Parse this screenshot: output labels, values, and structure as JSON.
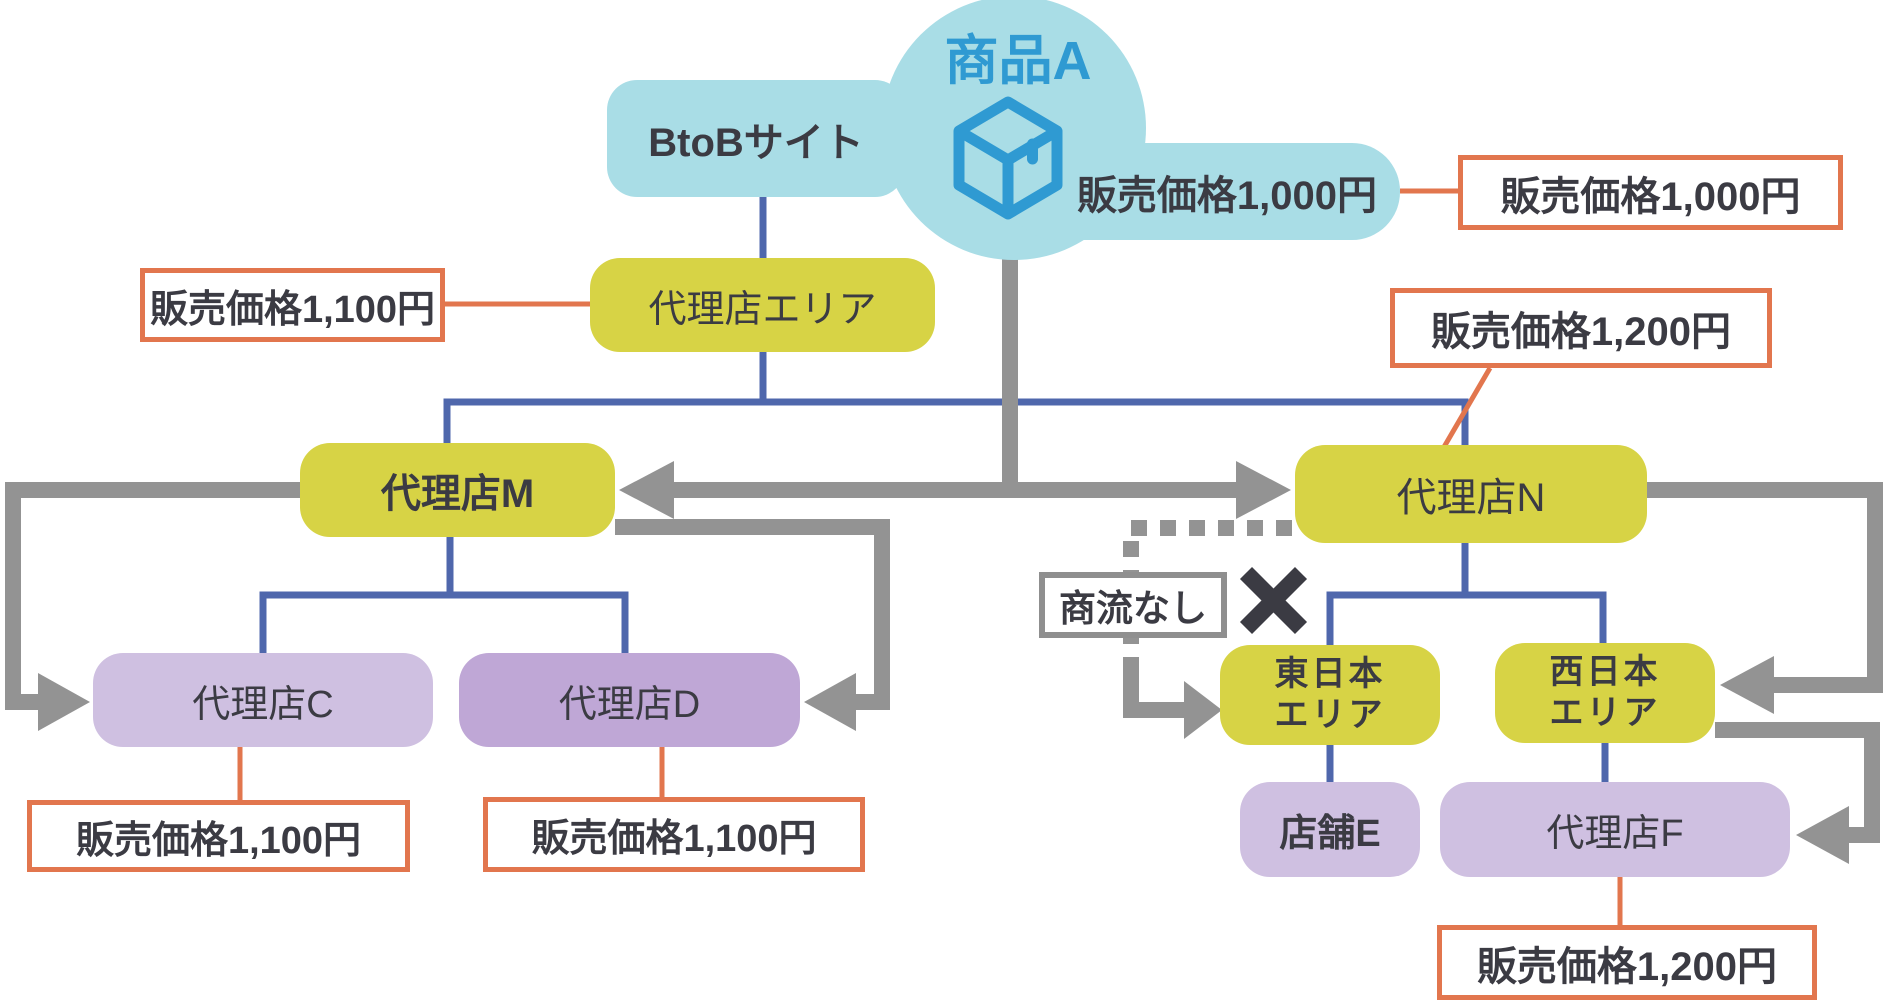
{
  "title": "商品Aの流通・販売価格フロー図",
  "colors": {
    "cyan": "#a9dde6",
    "yellow": "#d7d345",
    "purple_light": "#cfc0e1",
    "purple_mid": "#bfa7d6",
    "accent_blue": "#2f9ad2",
    "line_blue": "#4f67ac",
    "line_gray": "#939393",
    "line_orange": "#e2764e",
    "text_dark": "#3b3b43"
  },
  "icons": {
    "product": "package-cube-icon",
    "blocked": "x-mark-icon"
  },
  "nodes": {
    "product": {
      "label": "商品A"
    },
    "btob_site": {
      "label": "BtoBサイト"
    },
    "source_price_pill": {
      "label": "販売価格1,000円"
    },
    "agency_area": {
      "label": "代理店エリア"
    },
    "agency_m": {
      "label": "代理店M"
    },
    "agency_n": {
      "label": "代理店N"
    },
    "agency_c": {
      "label": "代理店C"
    },
    "agency_d": {
      "label": "代理店D"
    },
    "east_area": {
      "line1": "東日本",
      "line2": "エリア"
    },
    "west_area": {
      "line1": "西日本",
      "line2": "エリア"
    },
    "store_e": {
      "label": "店舗E"
    },
    "agency_f": {
      "label": "代理店F"
    },
    "no_flow": {
      "label": "商流なし"
    }
  },
  "price_labels": {
    "top_right": "販売価格1,000円",
    "mid_left": "販売価格1,100円",
    "right_upper": "販売価格1,200円",
    "bottom_under_c": "販売価格1,100円",
    "bottom_under_d": "販売価格1,100円",
    "bottom_under_f": "販売価格1,200円"
  }
}
